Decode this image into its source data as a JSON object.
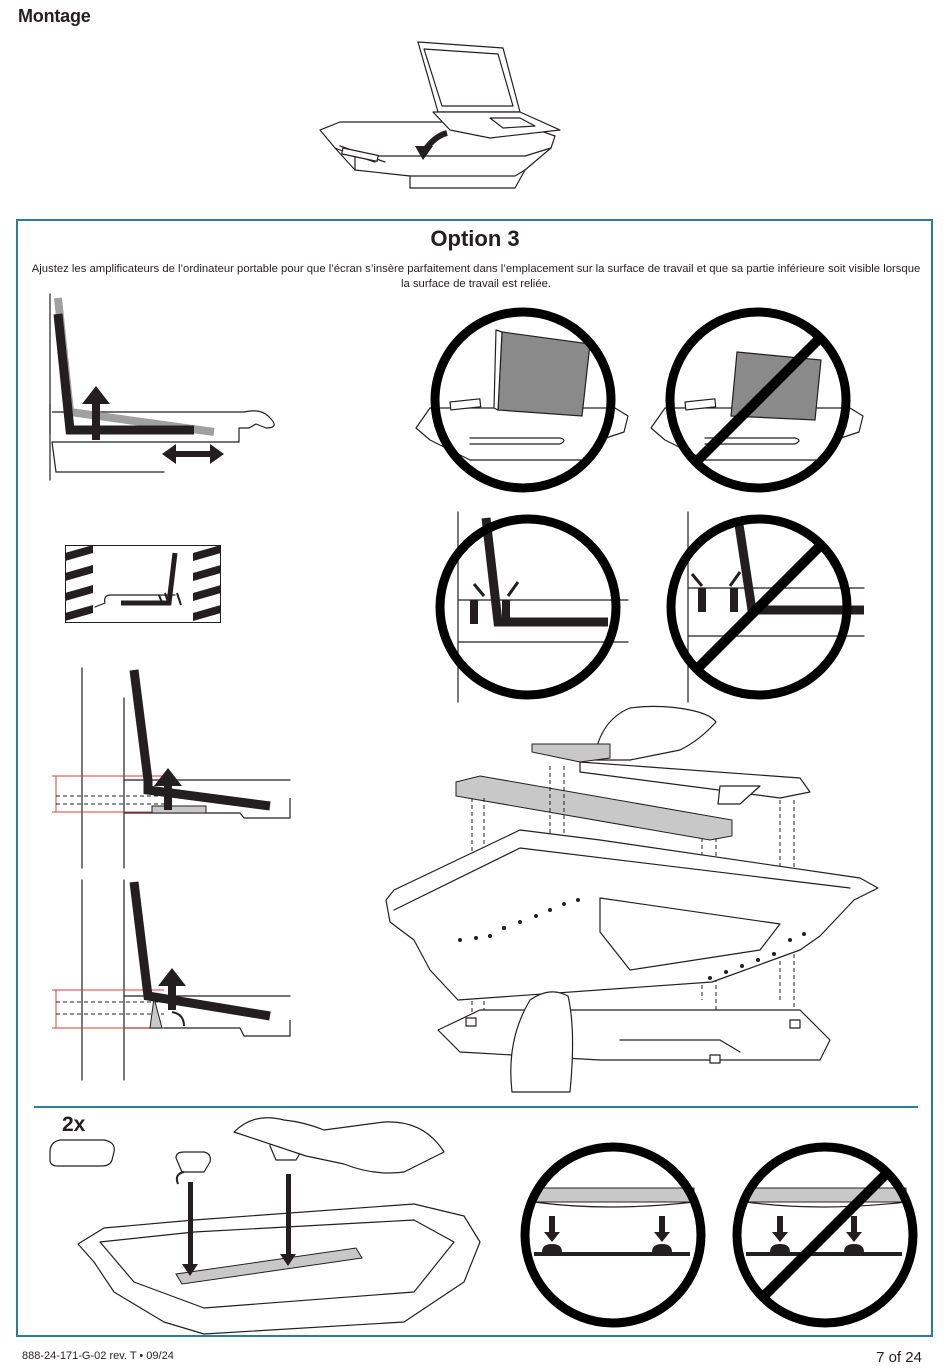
{
  "page": {
    "heading": "Montage",
    "option_title": "Option 3",
    "instruction": "Ajustez les amplificateurs de l’ordinateur portable pour que l’écran s’insère parfaitement dans l’emplacement sur la surface de travail et que sa partie inférieure soit visible lorsque la surface de travail est reliée.",
    "quantity_label": "2x",
    "footer_doc_number": "888-24-171-G-02 rev. T • 09/24",
    "footer_page": "7 of 24"
  },
  "colors": {
    "frame_border": "#2a7d9c",
    "text": "#231f20",
    "measure_marks": "#e03a3a",
    "screen_gray": "#8a8a8a"
  },
  "illustrations": [
    {
      "name": "laptop-into-tray",
      "icon": "curved-arrow-icon"
    },
    {
      "name": "boost-adjust-side-view",
      "icon": "double-arrow-icon"
    },
    {
      "name": "stripe-detail-inset"
    },
    {
      "name": "correct-top-view",
      "icon": "ok-circle-icon"
    },
    {
      "name": "incorrect-top-view",
      "icon": "prohibited-icon"
    },
    {
      "name": "correct-closeup",
      "icon": "ok-circle-icon"
    },
    {
      "name": "incorrect-closeup",
      "icon": "prohibited-icon"
    },
    {
      "name": "height-measure-1"
    },
    {
      "name": "height-measure-2"
    },
    {
      "name": "rail-assembly-underside"
    },
    {
      "name": "pad-install"
    },
    {
      "name": "pads-correct",
      "icon": "ok-circle-icon"
    },
    {
      "name": "pads-incorrect",
      "icon": "prohibited-icon"
    }
  ]
}
